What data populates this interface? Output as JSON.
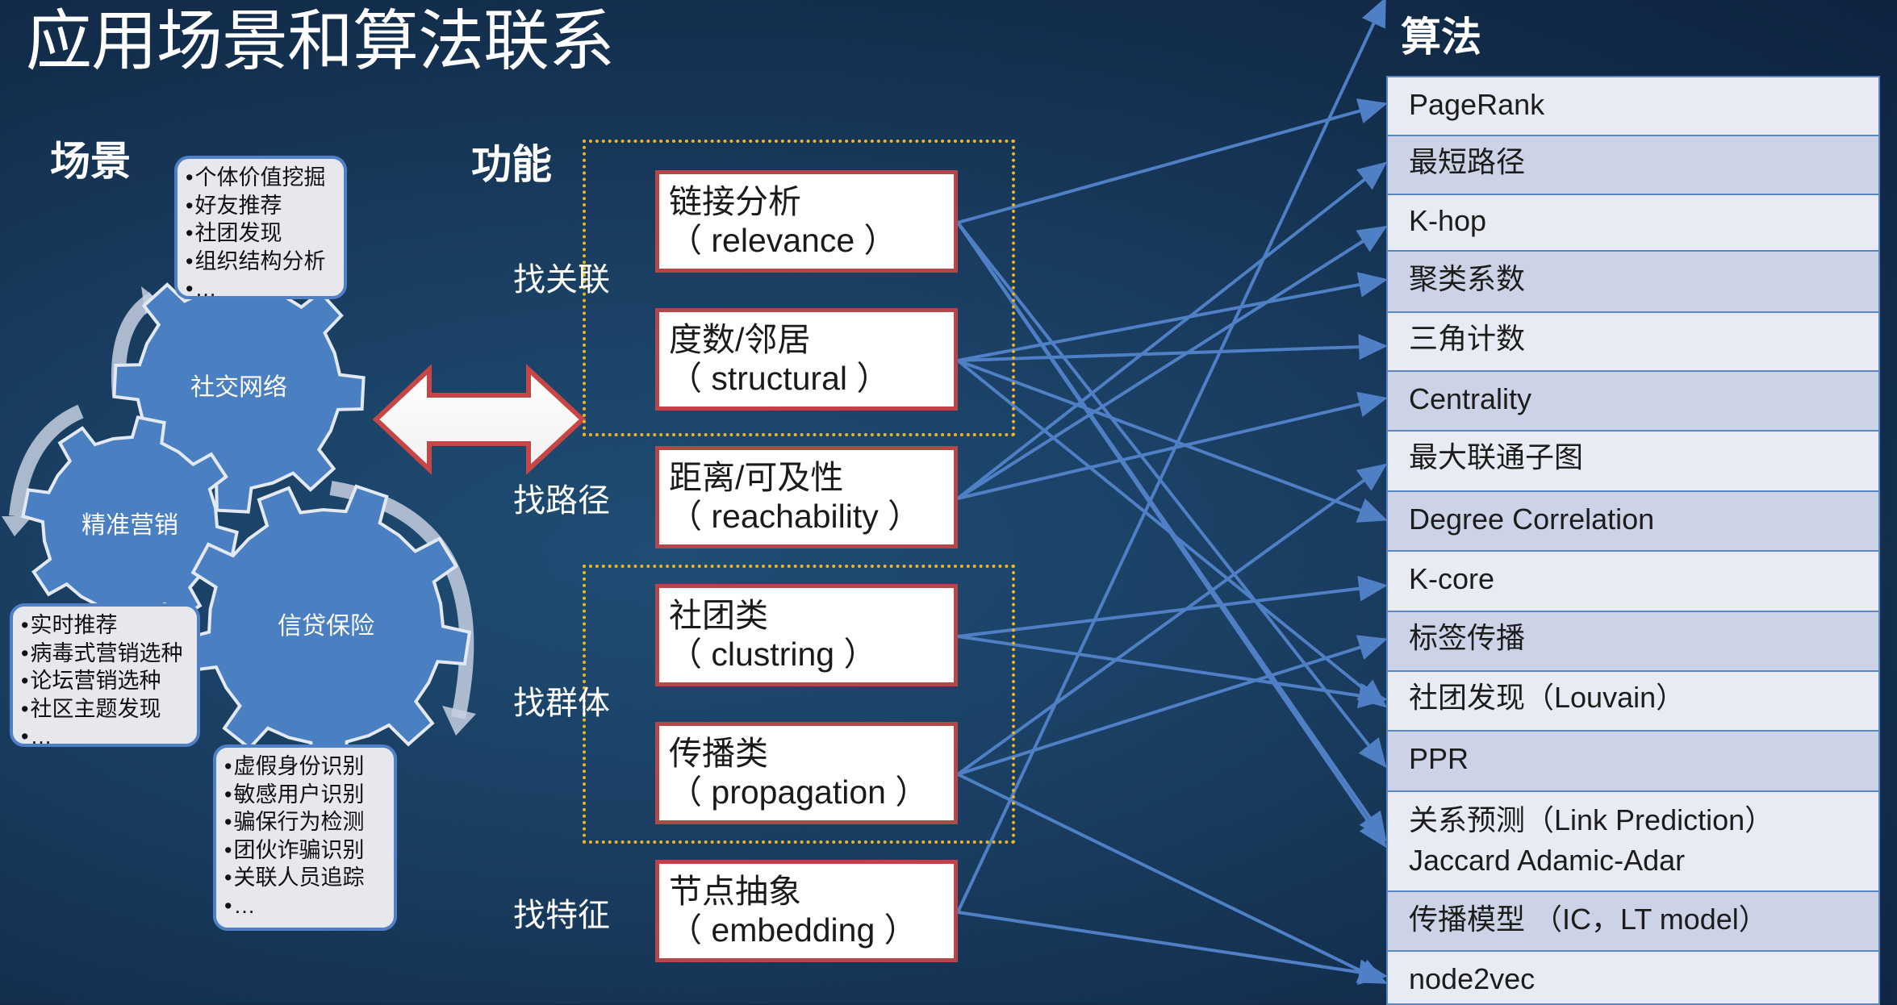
{
  "title": "应用场景和算法联系",
  "labels": {
    "scene": "场景",
    "function": "功能",
    "algorithm": "算法"
  },
  "gears": {
    "social": "社交网络",
    "marketing": "精准营销",
    "credit": "信贷保险"
  },
  "scene_boxes": {
    "social": [
      "个体价值挖掘",
      "好友推荐",
      "社团发现",
      "组织结构分析",
      "…"
    ],
    "marketing": [
      "实时推荐",
      "病毒式营销选种",
      "论坛营销选种",
      "社区主题发现",
      "…"
    ],
    "credit": [
      "虚假身份识别",
      "敏感用户识别",
      "骗保行为检测",
      "团伙诈骗识别",
      "关联人员追踪",
      "…"
    ]
  },
  "function_groups": [
    "找关联",
    "找路径",
    "找群体",
    "找特征"
  ],
  "functions": [
    {
      "zh": "链接分析",
      "en": "（ relevance ）"
    },
    {
      "zh": "度数/邻居",
      "en": "（ structural ）"
    },
    {
      "zh": "距离/可及性",
      "en": "（ reachability ）"
    },
    {
      "zh": "社团类",
      "en": "（ clustring ）"
    },
    {
      "zh": "传播类",
      "en": "（ propagation ）"
    },
    {
      "zh": "节点抽象",
      "en": "（ embedding ）"
    }
  ],
  "algorithms": [
    "PageRank",
    "最短路径",
    "K-hop",
    "聚类系数",
    "三角计数",
    "Centrality",
    "最大联通子图",
    "Degree Correlation",
    "K-core",
    "标签传播",
    "社团发现（Louvain）",
    "PPR",
    "关系预测（Link Prediction）",
    "Jaccard Adamic-Adar",
    "传播模型 （IC，LT model）",
    "node2vec"
  ],
  "colors": {
    "accent_line": "#4f7fc4",
    "dotted_border": "#f0b323",
    "box_border": "#b44848",
    "gear": "#4a7fc1"
  }
}
